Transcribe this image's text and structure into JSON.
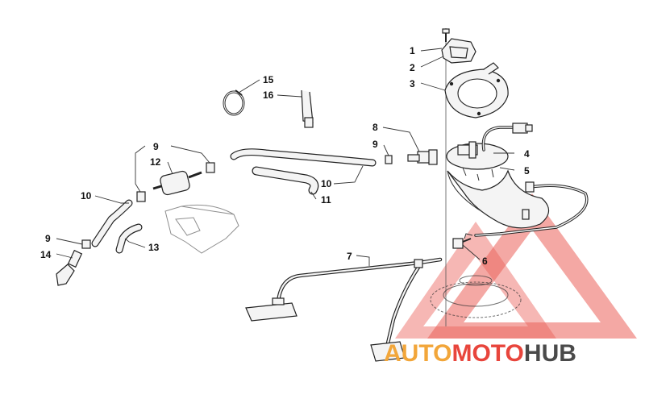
{
  "callouts": [
    "1",
    "2",
    "3",
    "4",
    "5",
    "6",
    "7",
    "8",
    "9",
    "9",
    "9",
    "10",
    "10",
    "11",
    "12",
    "13",
    "14",
    "15",
    "16"
  ],
  "watermark": {
    "part1": "AUTO",
    "part2": "MOTO",
    "part3": "HUB",
    "color_auto": "#f2a63a",
    "color_moto": "#e8453c",
    "color_hub": "#4a4a4a",
    "triangle_color": "#e8453c"
  }
}
